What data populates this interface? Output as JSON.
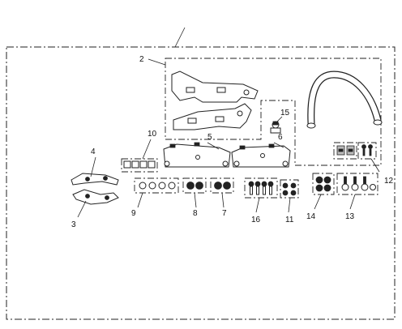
{
  "callouts": [
    {
      "id": "c1",
      "text": ""
    },
    {
      "id": "c2",
      "text": "2"
    },
    {
      "id": "c3",
      "text": "3"
    },
    {
      "id": "c4",
      "text": "4"
    },
    {
      "id": "c5",
      "text": "5"
    },
    {
      "id": "c6",
      "text": "6"
    },
    {
      "id": "c7",
      "text": "7"
    },
    {
      "id": "c8",
      "text": "8"
    },
    {
      "id": "c9",
      "text": "9"
    },
    {
      "id": "c10",
      "text": "10"
    },
    {
      "id": "c11",
      "text": "11"
    },
    {
      "id": "c12",
      "text": "12"
    },
    {
      "id": "c13",
      "text": "13"
    },
    {
      "id": "c14",
      "text": "14"
    },
    {
      "id": "c15",
      "text": "15"
    },
    {
      "id": "c16",
      "text": "16"
    }
  ]
}
